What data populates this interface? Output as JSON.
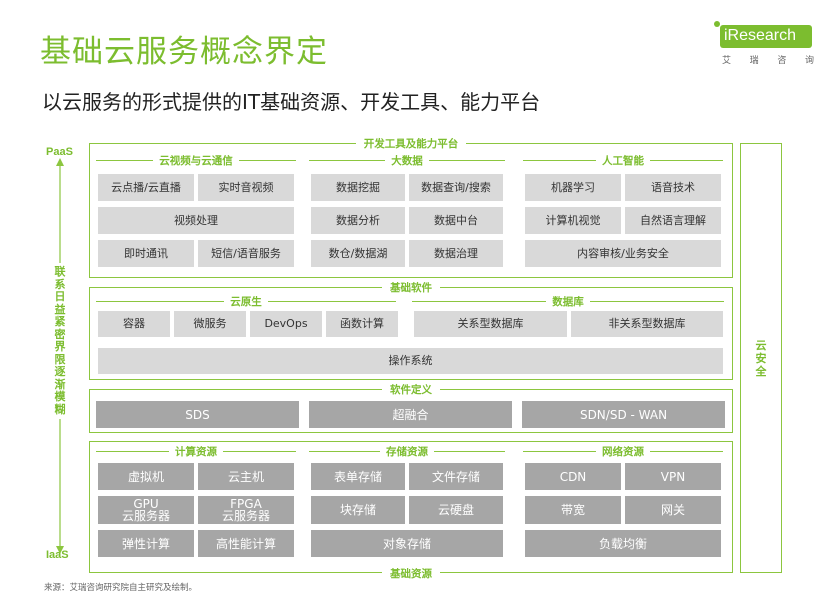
{
  "header": {
    "title": "基础云服务概念界定",
    "subtitle": "以云服务的形式提供的IT基础资源、开发工具、能力平台"
  },
  "logo": {
    "name": "iResearch",
    "cn": [
      "艾",
      "瑞",
      "咨",
      "询"
    ]
  },
  "axis": {
    "top": "PaaS",
    "bottom": "IaaS",
    "middle": "联系日益紧密 界限逐渐模糊"
  },
  "security": "云安全",
  "sections": {
    "dev": {
      "label": "开发工具及能力平台",
      "groups": [
        {
          "title": "云视频与云通信",
          "cells": [
            "云点播/云直播",
            "实时音视频",
            "视频处理",
            "即时通讯",
            "短信/语音服务"
          ]
        },
        {
          "title": "大数据",
          "cells": [
            "数据挖掘",
            "数据查询/搜索",
            "数据分析",
            "数据中台",
            "数仓/数据湖",
            "数据治理"
          ]
        },
        {
          "title": "人工智能",
          "cells": [
            "机器学习",
            "语音技术",
            "计算机视觉",
            "自然语言理解",
            "内容审核/业务安全"
          ]
        }
      ]
    },
    "software": {
      "label": "基础软件",
      "groups": [
        {
          "title": "云原生",
          "cells": [
            "容器",
            "微服务",
            "DevOps",
            "函数计算"
          ]
        },
        {
          "title": "数据库",
          "cells": [
            "关系型数据库",
            "非关系型数据库"
          ]
        }
      ],
      "os": "操作系统"
    },
    "sd": {
      "label": "软件定义",
      "cells": [
        "SDS",
        "超融合",
        "SDN/SD - WAN"
      ]
    },
    "infra": {
      "label": "基础资源",
      "groups": [
        {
          "title": "计算资源",
          "cells": [
            "虚拟机",
            "云主机",
            "GPU\n云服务器",
            "FPGA\n云服务器",
            "弹性计算",
            "高性能计算"
          ]
        },
        {
          "title": "存储资源",
          "cells": [
            "表单存储",
            "文件存储",
            "块存储",
            "云硬盘",
            "对象存储"
          ]
        },
        {
          "title": "网络资源",
          "cells": [
            "CDN",
            "VPN",
            "带宽",
            "网关",
            "负载均衡"
          ]
        }
      ]
    }
  },
  "source": "来源：艾瑞咨询研究院自主研究及绘制。"
}
